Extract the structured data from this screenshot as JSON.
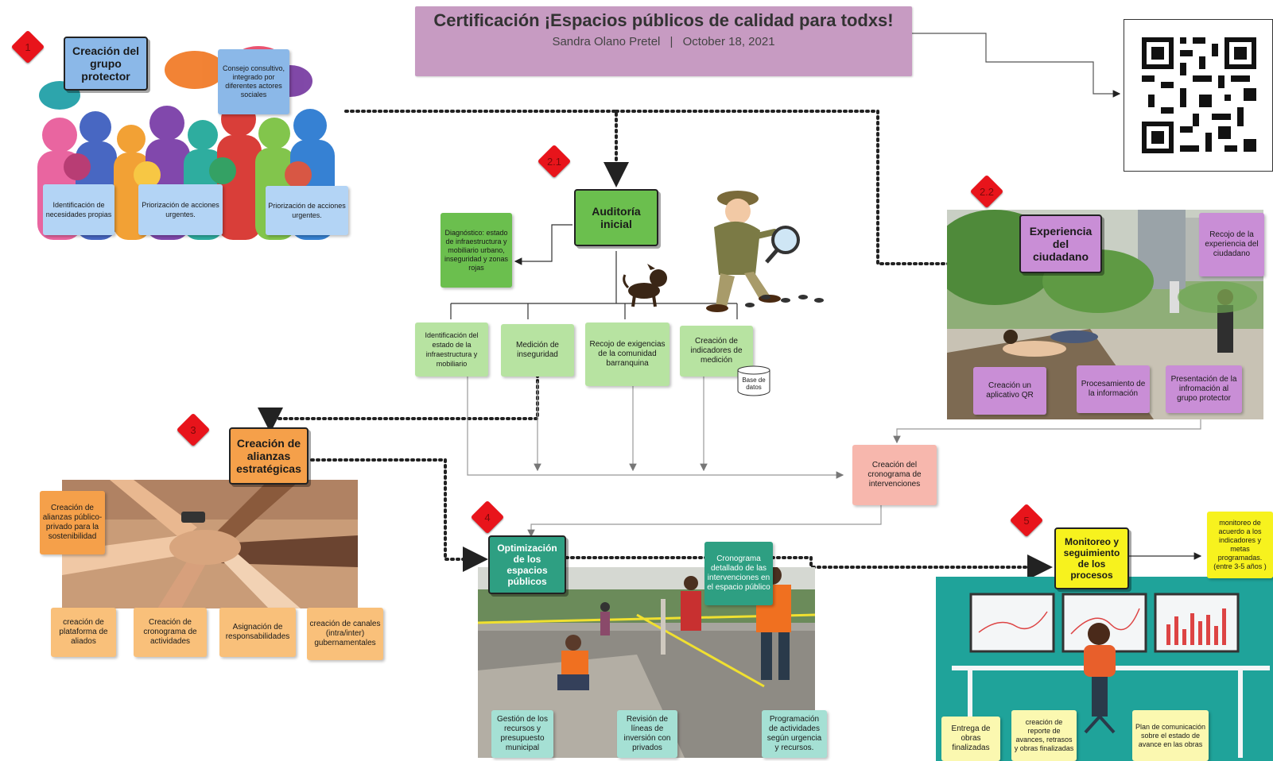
{
  "title": {
    "main": "Certificación ¡Espacios públicos de calidad para todxs!",
    "author": "Sandra Olano Pretel",
    "separator": "|",
    "date": "October 18, 2021"
  },
  "badges": [
    "1",
    "2.1",
    "2.2",
    "3",
    "4",
    "5"
  ],
  "colors": {
    "badge": "#e8141b",
    "group1": "#8bb8e8",
    "group1_light": "#b3d4f5",
    "green_dark": "#6bbf4e",
    "green_light": "#b7e3a1",
    "purple": "#c98ed6",
    "orange": "#f5a04a",
    "orange_light": "#f9c07a",
    "teal": "#2e9f82",
    "teal_light": "#a5e0d4",
    "yellow": "#f7f21e",
    "yellow_light": "#fbf8b0",
    "salmon": "#f7b7ad"
  },
  "section1": {
    "main": "Creación del grupo protector",
    "consejo": "Consejo consultivo, integrado por diferentes actores sociales",
    "items": [
      "Identificación de necesidades propias",
      "Priorización de acciones urgentes.",
      "Priorización de acciones urgentes."
    ]
  },
  "section21": {
    "main": "Auditoría inicial",
    "diagnostico": "Diagnóstico: estado de infraestructura y mobiliario urbano, inseguridad y zonas rojas",
    "items": [
      "Identificación del estado de la infraestructura y mobiliario",
      "Medición de inseguridad",
      "Recojo de exigencias de la comunidad barranquina",
      "Creación de indicadores de medición"
    ],
    "database": "Base de datos"
  },
  "section22": {
    "main": "Experiencia del ciudadano",
    "recojo": "Recojo de la experiencia del ciudadano",
    "items": [
      "Creación un aplicativo QR",
      "Procesamiento de la información",
      "Presentación de la infromación al grupo protector"
    ]
  },
  "cronograma": "Creación del cronograma de intervenciones",
  "section3": {
    "main": "Creación de alianzas estratégicas",
    "side": "Creación de alianzas público-privado para la sostenibilidad",
    "items": [
      "creación de plataforma de aliados",
      "Creación de cronograma de actividades",
      "Asignación de responsabilidades",
      "creación de canales (intra/inter) gubernamentales"
    ]
  },
  "section4": {
    "main": "Optimización de los espacios públicos",
    "cronograma_detallado": "Cronograma detallado de las intervenciones en el espacio público",
    "items": [
      "Gestión de los recursos y presupuesto municipal",
      "Revisión de líneas de inversión con privados",
      "Programación de actividades según urgencia y recursos."
    ]
  },
  "section5": {
    "main": "Monitoreo y seguimiento de los procesos",
    "side": "monitoreo de acuerdo a los indicadores y metas programadas. (entre 3-5 años )",
    "items": [
      "Entrega de obras finalizadas",
      "creación de reporte de avances, retrasos y obras finalizadas",
      "Plan de comunicación sobre el estado de avance en las obras"
    ]
  }
}
